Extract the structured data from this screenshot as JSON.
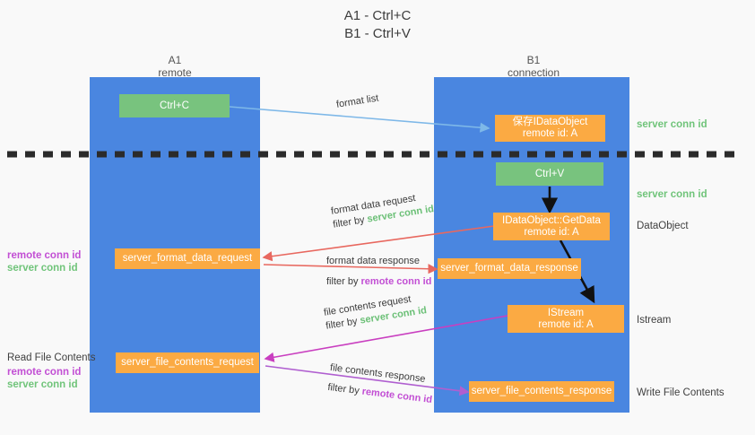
{
  "title": {
    "line1": "A1 - Ctrl+C",
    "line2": "B1 - Ctrl+V"
  },
  "columns": [
    {
      "name": "A1",
      "sub": "remote"
    },
    {
      "name": "B1",
      "sub": "connection"
    }
  ],
  "nodes": {
    "ctrl_c": "Ctrl+C",
    "ctrl_v": "Ctrl+V",
    "save_dataobject_l1": "保存IDataObject",
    "save_dataobject_l2": "remote id: A",
    "getdata_l1": "IDataObject::GetData",
    "getdata_l2": "remote id: A",
    "istream_l1": "IStream",
    "istream_l2": "remote id: A",
    "server_format_data_request": "server_format_data_request",
    "server_format_data_response": "server_format_data_response",
    "server_file_contents_request": "server_file_contents_request",
    "server_file_contents_response": "server_file_contents_response"
  },
  "edges": {
    "format_list": "format list",
    "format_data_request": "format data request",
    "format_data_response": "format data response",
    "file_contents_request": "file contents request",
    "file_contents_response": "file contents response",
    "filter_by": "filter by",
    "server_conn_id": "server conn id",
    "remote_conn_id": "remote conn id"
  },
  "side_labels": {
    "left_conn_remote": "remote conn id",
    "left_conn_server": "server conn id",
    "read_file_contents": "Read File Contents",
    "left_conn_remote_2": "remote conn id",
    "left_conn_server_2": "server conn id"
  },
  "right_labels": {
    "server_conn_id_top": "server conn id",
    "server_conn_id_mid": "server conn id",
    "dataobject": "DataObject",
    "istream": "Istream",
    "write_file_contents": "Write File Contents"
  },
  "colors": {
    "lane": "#4a86e0",
    "green": "#78c37e",
    "orange": "#fbaa43",
    "server_conn": "#6cc077",
    "remote_conn": "#c24fd4",
    "arrow_blue": "#7eb8e8",
    "arrow_red": "#e8685f",
    "arrow_magenta": "#c93fc0",
    "arrow_purple": "#b05fd0",
    "arrow_dark": "#1a1a1a",
    "divider": "#2b2b2b",
    "background": "#f9f9f9"
  }
}
